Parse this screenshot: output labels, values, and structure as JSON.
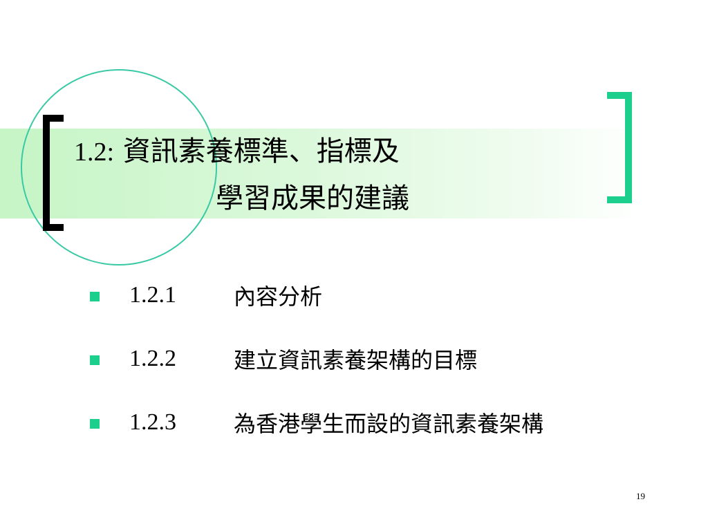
{
  "slide": {
    "title": {
      "number": "1.2:",
      "line1": "資訊素養標準、指標及",
      "line2": "學習成果的建議"
    },
    "bullets": [
      {
        "number": "1.2.1",
        "text": "內容分析"
      },
      {
        "number": "1.2.2",
        "text": "建立資訊素養架構的目標"
      },
      {
        "number": "1.2.3",
        "text": "為香港學生而設的資訊素養架構"
      }
    ],
    "page_number": "19"
  },
  "colors": {
    "accent_green": "#1ccf8c",
    "circle_teal": "#39c9a4",
    "title_band": "#c6f5c6",
    "bracket_black": "#000000"
  }
}
